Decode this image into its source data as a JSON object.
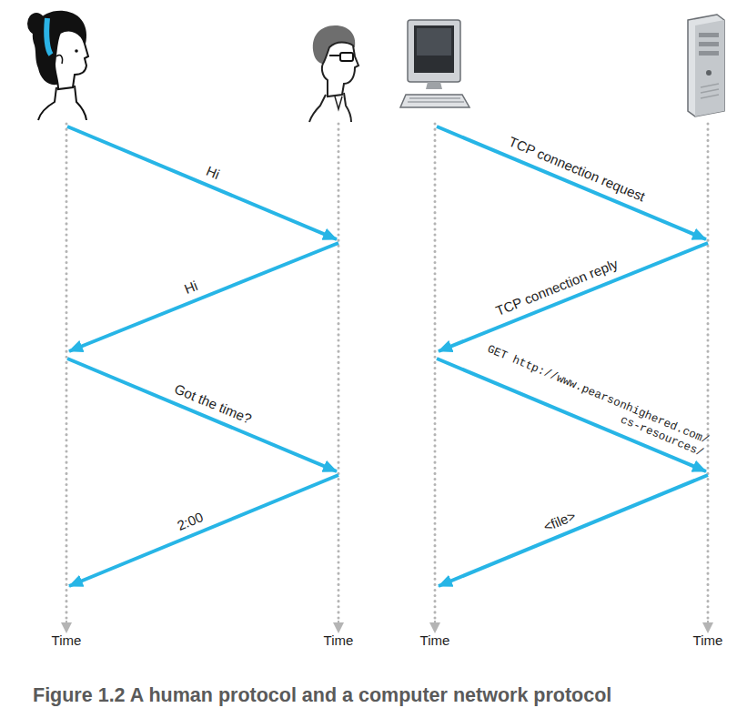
{
  "diagram": {
    "caption": "Figure 1.2 A human protocol and a computer network protocol",
    "labels": [
      "Hi",
      "Hi",
      "Got the time?",
      "2:00",
      "TCP connection request",
      "TCP connection reply",
      "GET http://www.pearsonhighered.com/ cs-resources/",
      "<file>",
      "Time",
      "Time",
      "Time",
      "Time"
    ]
  }
}
